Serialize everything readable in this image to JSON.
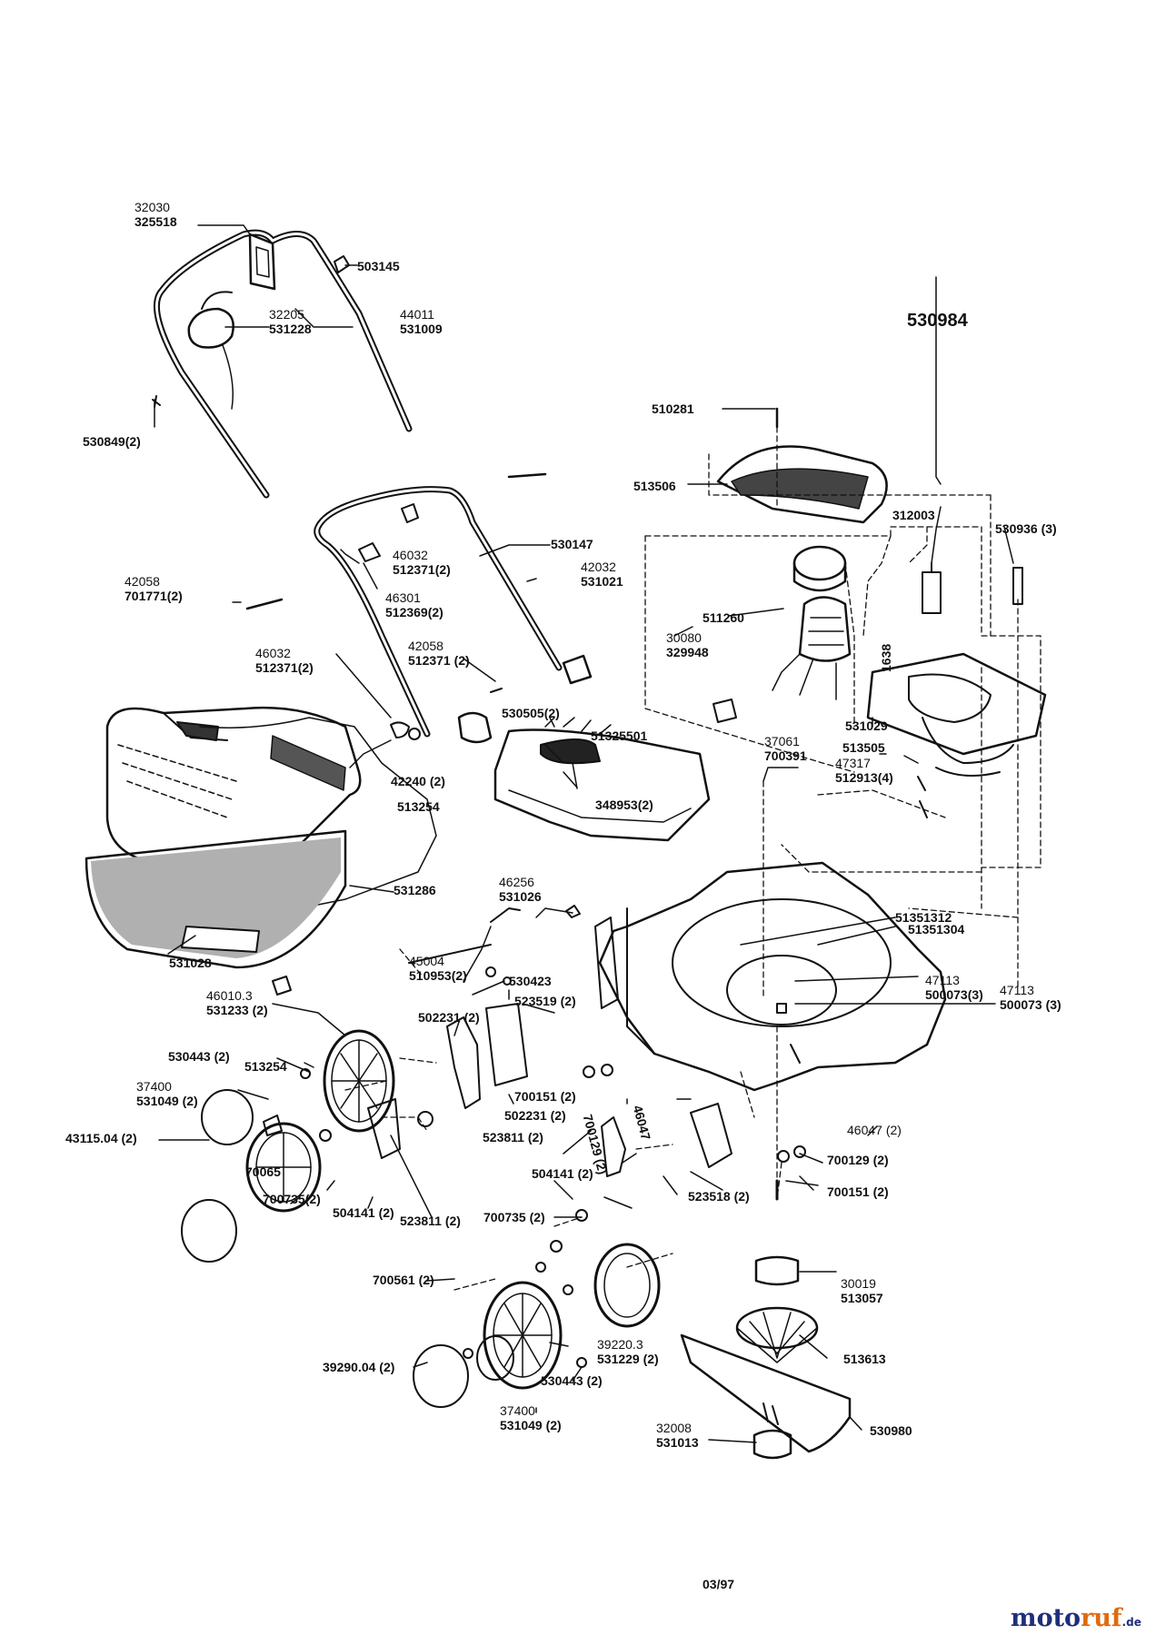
{
  "assembly_number": "530984",
  "page_date": "03/97",
  "brand": {
    "part1": "moto",
    "part2": "ruf",
    "suffix": ".de"
  },
  "labels": {
    "handle_top": {
      "a": "32030",
      "b": "325518"
    },
    "clip_503145": {
      "b": "503145"
    },
    "lever": {
      "a": "32205",
      "b": "531228"
    },
    "upper_handle": {
      "a": "44011",
      "b": "531009"
    },
    "clip_530849": {
      "b": "530849(2)"
    },
    "screw_510281": {
      "b": "510281"
    },
    "cover_513506": {
      "b": "513506"
    },
    "capacitor_312003": {
      "b": "312003"
    },
    "bolt_530936": {
      "b": "530936 (3)"
    },
    "lower_handle": {
      "b": "530147"
    },
    "knob_46032_a": {
      "a": "46032",
      "b": "512371(2)"
    },
    "bolt_42058_a": {
      "a": "42058",
      "b": "701771(2)"
    },
    "washer_46301": {
      "a": "46301",
      "b": "512369(2)"
    },
    "clip_42032": {
      "a": "42032",
      "b": "531021"
    },
    "fan_511260": {
      "b": "511260"
    },
    "relay_30080": {
      "a": "30080",
      "b": "329948"
    },
    "vertical_1638": {
      "b": "1638"
    },
    "knob_46032_b": {
      "a": "46032",
      "b": "512371(2)"
    },
    "bolt_42058_b": {
      "a": "42058",
      "b": "512371 (2)"
    },
    "bracket_530505": {
      "b": "530505(2)"
    },
    "cover_51325501": {
      "b": "51325501"
    },
    "motor_531029": {
      "b": "531029"
    },
    "motor_513505": {
      "b": "513505"
    },
    "switch_37061": {
      "a": "37061",
      "b": "700391"
    },
    "screw_47317": {
      "a": "47317",
      "b": "512913(4)"
    },
    "grassbox_42240": {
      "b": "42240 (2)"
    },
    "grassbox_513254": {
      "b": "513254"
    },
    "clip_348953": {
      "b": "348953(2)"
    },
    "grassbag_531286": {
      "b": "531286"
    },
    "rod_46256": {
      "a": "46256",
      "b": "531026"
    },
    "deck_51351312": {
      "b": "51351312"
    },
    "deck_51351304": {
      "b": "51351304"
    },
    "rod_45004": {
      "a": "45004",
      "b": "510953(2)"
    },
    "spring_530423": {
      "b": "530423"
    },
    "grass_531028": {
      "b": "531028"
    },
    "screw_47113_a": {
      "a": "47113",
      "b": "500073(3)"
    },
    "screw_47113_b": {
      "a": "47113",
      "b": "500073 (3)"
    },
    "wheel_46010": {
      "a": "46010.3",
      "b": "531233 (2)"
    },
    "lever_502231_a": {
      "b": "502231 (2)"
    },
    "bracket_523519": {
      "b": "523519 (2)"
    },
    "washer_530443_a": {
      "b": "530443 (2)"
    },
    "hub_513254": {
      "b": "513254"
    },
    "bolt_37400_a": {
      "a": "37400",
      "b": "531049 (2)"
    },
    "nut_700151_a": {
      "b": "700151 (2)"
    },
    "nut_700129_a": {
      "b": "700129 (2)"
    },
    "lever_502231_b": {
      "b": "502231 (2)"
    },
    "cap_43115": {
      "b": "43115.04 (2)"
    },
    "axle_523811_a": {
      "b": "523811 (2)"
    },
    "clip_46047_a": {
      "b": "46047"
    },
    "clip_46047_b": {
      "b": "46047 (2)"
    },
    "nut_700129_b": {
      "b": "700129 (2)"
    },
    "nut_70065": {
      "b": "70065"
    },
    "nut_700735_a": {
      "b": "700735(2)"
    },
    "spring_504141_a": {
      "b": "504141 (2)"
    },
    "spring_504141_b": {
      "b": "504141 (2)"
    },
    "axle_523811_b": {
      "b": "523811 (2)"
    },
    "bracket_523518": {
      "b": "523518 (2)"
    },
    "nut_700151_b": {
      "b": "700151 (2)"
    },
    "nut_700735_b": {
      "b": "700735 (2)"
    },
    "nut_700561": {
      "b": "700561 (2)"
    },
    "adapter_30019": {
      "a": "30019",
      "b": "513057"
    },
    "wheel_39220": {
      "a": "39220.3",
      "b": "531229 (2)"
    },
    "cap_39290": {
      "b": "39290.04 (2)"
    },
    "washer_530443_b": {
      "b": "530443 (2)"
    },
    "fan_513613": {
      "b": "513613"
    },
    "bolt_37400_b": {
      "a": "37400",
      "b": "531049 (2)"
    },
    "blade_bolt_32008": {
      "a": "32008",
      "b": "531013"
    },
    "blade_530980": {
      "b": "530980"
    }
  }
}
